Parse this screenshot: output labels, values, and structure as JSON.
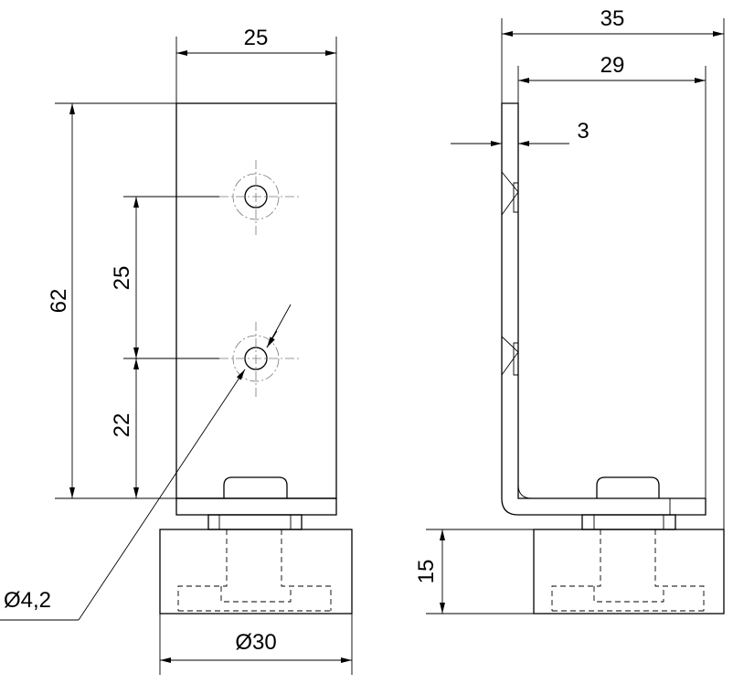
{
  "dimensions": {
    "front_width": "25",
    "overall_height": "62",
    "hole_spacing": "25",
    "hole_from_bottom": "22",
    "hole_diameter": "Ø4,2",
    "base_diameter": "Ø30",
    "side_overall_depth": "35",
    "side_inner_depth": "29",
    "plate_thickness": "3",
    "base_height": "15"
  }
}
